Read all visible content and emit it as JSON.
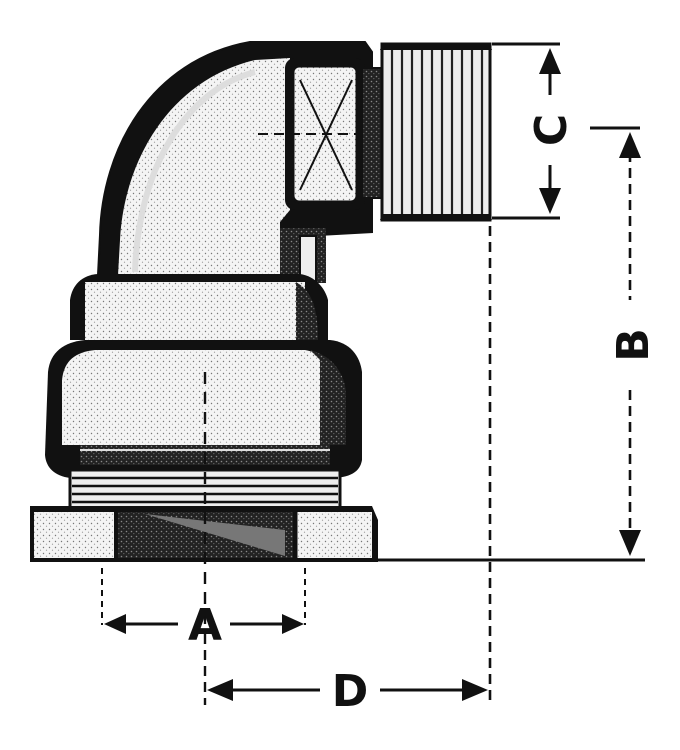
{
  "labels": {
    "a": "A",
    "b": "B",
    "c": "C",
    "d": "D"
  },
  "colors": {
    "ink": "#111111",
    "body_fill": "#f2f2f2",
    "paper": "#ffffff"
  }
}
